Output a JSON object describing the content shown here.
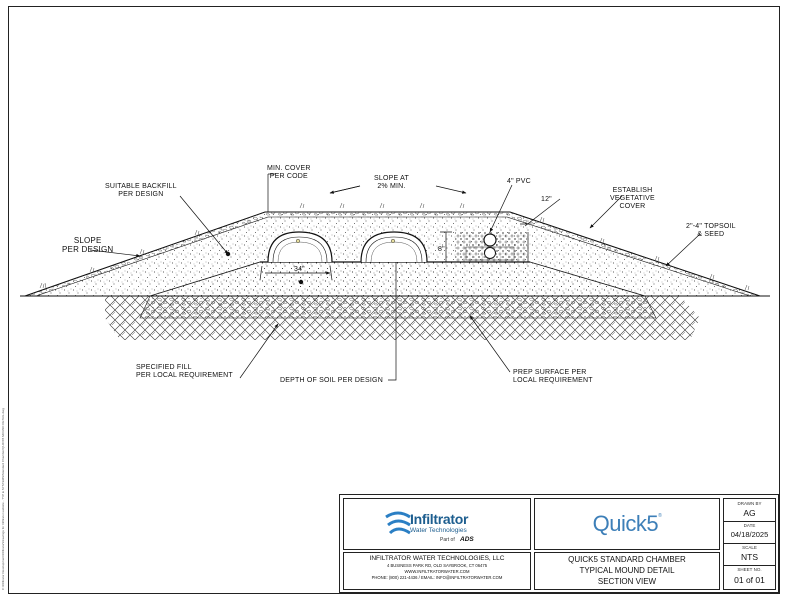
{
  "drawing": {
    "file_path": "C:\\Infiltrator Development\\Infiltrator\\Drawings for Infiltrator website - TYP & SYSTEMS\\Standard Chamber\\QUICK5 MOUND DETAIL.dwg"
  },
  "labels": {
    "backfill_1": "SUITABLE BACKFILL",
    "backfill_2": "PER DESIGN",
    "min_cover_1": "MIN. COVER",
    "min_cover_2": "PER CODE",
    "slope_at_1": "SLOPE AT",
    "slope_at_2": "2% MIN.",
    "pvc": "4\" PVC",
    "dim_12": "12\"",
    "veg_1": "ESTABLISH",
    "veg_2": "VEGETATIVE",
    "veg_3": "COVER",
    "topsoil_1": "2\"-4\" TOPSOIL",
    "topsoil_2": "& SEED",
    "slope_design_1": "SLOPE",
    "slope_design_2": "PER DESIGN",
    "dim_8": "8\"",
    "dim_34": "34\"",
    "spec_fill_1": "SPECIFIED FILL",
    "spec_fill_2": "PER LOCAL REQUIREMENT",
    "depth_soil": "DEPTH OF SOIL PER DESIGN",
    "prep_1": "PREP SURFACE PER",
    "prep_2": "LOCAL REQUIREMENT"
  },
  "title_block": {
    "logo_name": "Infiltrator",
    "logo_sub": "Water Technologies",
    "part_of": "Part of",
    "ads": "ADS",
    "company": "INFILTRATOR WATER TECHNOLOGIES, LLC",
    "address": "4 BUSINESS PARK RD, OLD SAYBROOK, CT 06475",
    "website": "WWW.INFILTRATORWATER.COM",
    "phone_email": "PHONE: (800) 221-4436 / EMAIL: INFO@INFILTRATORWATER.COM",
    "product": "Quick5",
    "title_1": "QUICK5 STANDARD CHAMBER",
    "title_2": "TYPICAL MOUND DETAIL",
    "title_3": "SECTION VIEW",
    "drawn_by_label": "DRAWN BY",
    "drawn_by": "AG",
    "date_label": "DATE",
    "date": "04/18/2025",
    "scale_label": "SCALE",
    "scale": "NTS",
    "sheet_label": "SHEET NO.",
    "sheet": "01 of 01"
  },
  "colors": {
    "brand_blue": "#1d5e8f",
    "product_blue": "#3d7fb8",
    "line": "#111111"
  }
}
